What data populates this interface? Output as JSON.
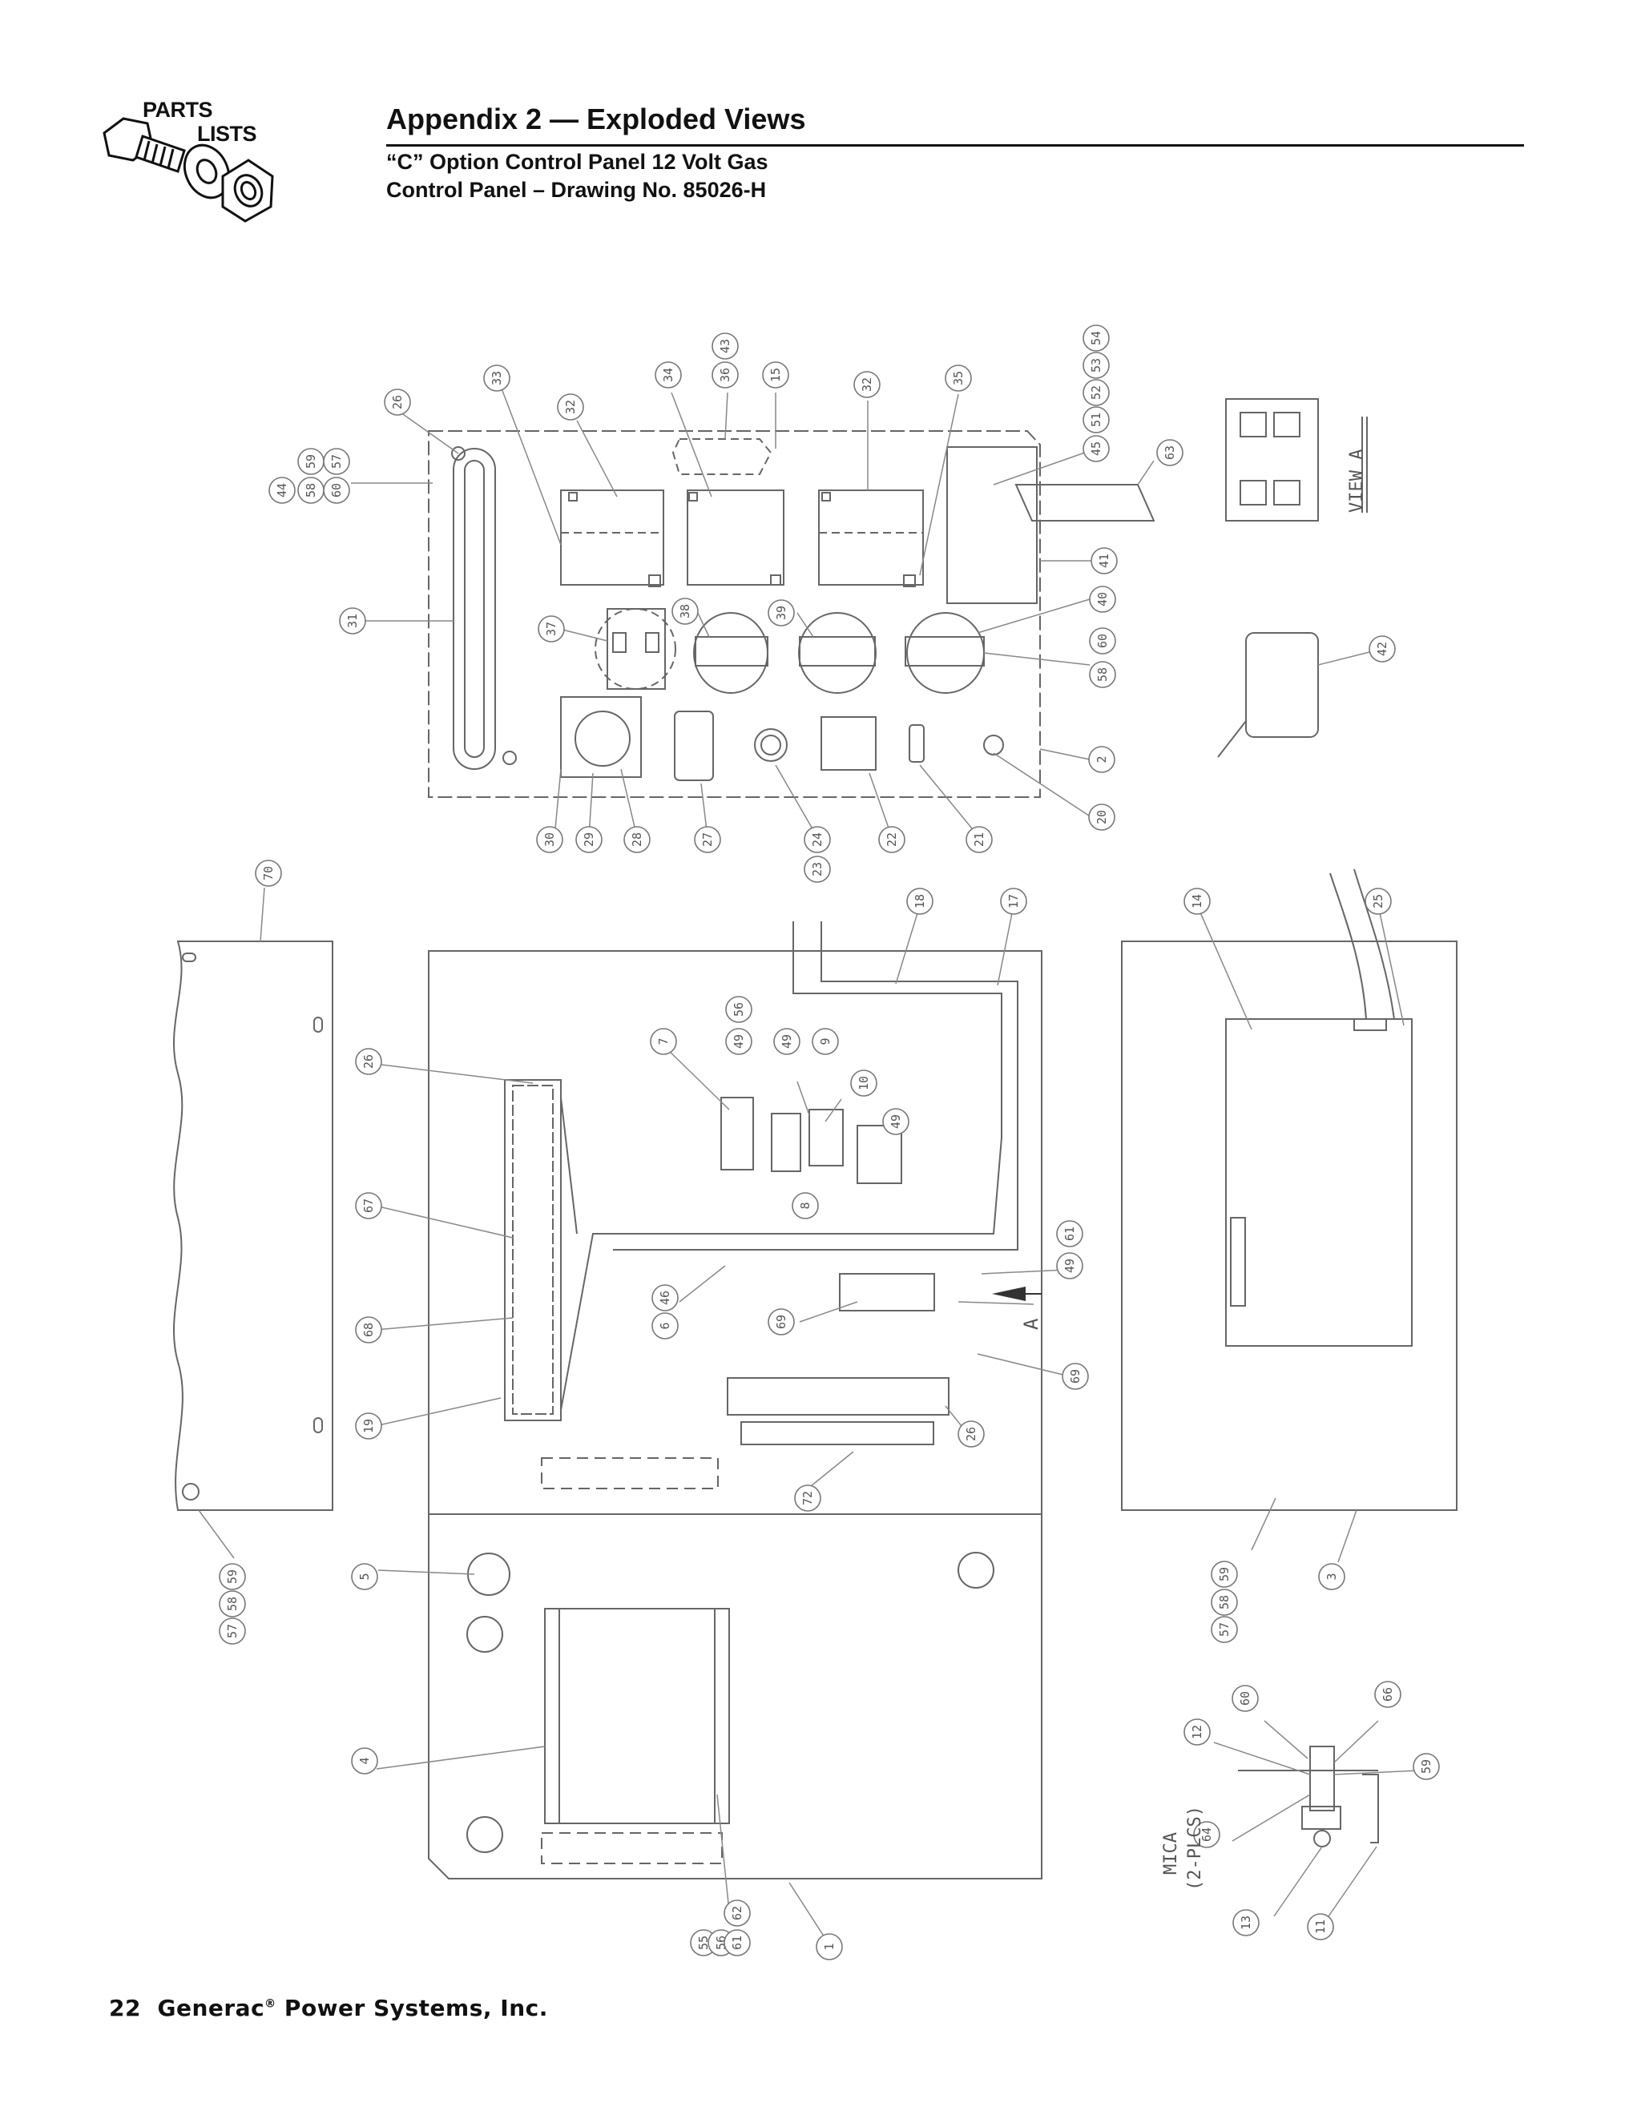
{
  "logo": {
    "line1": "PARTS",
    "line2": "LISTS"
  },
  "header": {
    "title": "Appendix 2 — Exploded Views",
    "subtitle_line1": "“C” Option Control Panel 12 Volt Gas",
    "subtitle_line2": "Control Panel – Drawing No. 85026-H"
  },
  "footer": {
    "page": "22",
    "company": "Generac",
    "reg": "®",
    "rest": " Power Systems, Inc."
  },
  "diagram": {
    "view_a_label": "VIEW A",
    "arrow_a_label": "A",
    "mica_label": "MICA",
    "mica_sub_label": "(2-PLCS)",
    "callouts": [
      {
        "g": "44",
        "r": -90
      },
      {
        "g": "58",
        "r": -90
      },
      {
        "g": "60",
        "r": -90
      },
      {
        "g": "59",
        "r": -90
      },
      {
        "g": "57",
        "r": -90
      },
      {
        "g": "26",
        "r": -90
      },
      {
        "g": "33",
        "r": -90
      },
      {
        "g": "32",
        "r": -90
      },
      {
        "g": "34",
        "r": -90
      },
      {
        "g": "36",
        "r": -90
      },
      {
        "g": "43",
        "r": -90
      },
      {
        "g": "15",
        "r": -90
      },
      {
        "g": "32",
        "r": -90
      },
      {
        "g": "35",
        "r": -90
      },
      {
        "g": "54",
        "r": -90
      },
      {
        "g": "53",
        "r": -90
      },
      {
        "g": "52",
        "r": -90
      },
      {
        "g": "51",
        "r": -90
      },
      {
        "g": "45",
        "r": -90
      },
      {
        "g": "63",
        "r": -90
      },
      {
        "g": "41",
        "r": -90
      },
      {
        "g": "40",
        "r": -90
      },
      {
        "g": "60",
        "r": -90
      },
      {
        "g": "58",
        "r": -90
      },
      {
        "g": "42",
        "r": -90
      },
      {
        "g": "31",
        "r": -90
      },
      {
        "g": "37",
        "r": -90
      },
      {
        "g": "38",
        "r": -90
      },
      {
        "g": "39",
        "r": -90
      },
      {
        "g": "2",
        "r": -90
      },
      {
        "g": "20",
        "r": -90
      },
      {
        "g": "30",
        "r": -90
      },
      {
        "g": "29",
        "r": -90
      },
      {
        "g": "28",
        "r": -90
      },
      {
        "g": "27",
        "r": -90
      },
      {
        "g": "24",
        "r": -90
      },
      {
        "g": "23",
        "r": -90
      },
      {
        "g": "22",
        "r": -90
      },
      {
        "g": "21",
        "r": -90
      },
      {
        "g": "70",
        "r": -90
      },
      {
        "g": "18",
        "r": -90
      },
      {
        "g": "17",
        "r": -90
      },
      {
        "g": "14",
        "r": -90
      },
      {
        "g": "25",
        "r": -90
      },
      {
        "g": "56",
        "r": -90
      },
      {
        "g": "7",
        "r": -90
      },
      {
        "g": "49",
        "r": -90
      },
      {
        "g": "49",
        "r": -90
      },
      {
        "g": "9",
        "r": -90
      },
      {
        "g": "10",
        "r": -90
      },
      {
        "g": "49",
        "r": -90
      },
      {
        "g": "26",
        "r": -90
      },
      {
        "g": "8",
        "r": -90
      },
      {
        "g": "67",
        "r": -90
      },
      {
        "g": "61",
        "r": -90
      },
      {
        "g": "49",
        "r": -90
      },
      {
        "g": "46",
        "r": -90
      },
      {
        "g": "6",
        "r": -90
      },
      {
        "g": "69",
        "r": -90
      },
      {
        "g": "68",
        "r": -90
      },
      {
        "g": "69",
        "r": -90
      },
      {
        "g": "19",
        "r": -90
      },
      {
        "g": "26",
        "r": -90
      },
      {
        "g": "72",
        "r": -90
      },
      {
        "g": "59",
        "r": -90
      },
      {
        "g": "58",
        "r": -90
      },
      {
        "g": "57",
        "r": -90
      },
      {
        "g": "59",
        "r": -90
      },
      {
        "g": "58",
        "r": -90
      },
      {
        "g": "57",
        "r": -90
      },
      {
        "g": "5",
        "r": -90
      },
      {
        "g": "3",
        "r": -90
      },
      {
        "g": "60",
        "r": -90
      },
      {
        "g": "66",
        "r": -90
      },
      {
        "g": "12",
        "r": -90
      },
      {
        "g": "59",
        "r": -90
      },
      {
        "g": "4",
        "r": -90
      },
      {
        "g": "64",
        "r": -90
      },
      {
        "g": "55",
        "r": -90
      },
      {
        "g": "56",
        "r": -90
      },
      {
        "g": "62",
        "r": -90
      },
      {
        "g": "61",
        "r": -90
      },
      {
        "g": "1",
        "r": -90
      },
      {
        "g": "13",
        "r": -90
      },
      {
        "g": "11",
        "r": -90
      }
    ]
  }
}
